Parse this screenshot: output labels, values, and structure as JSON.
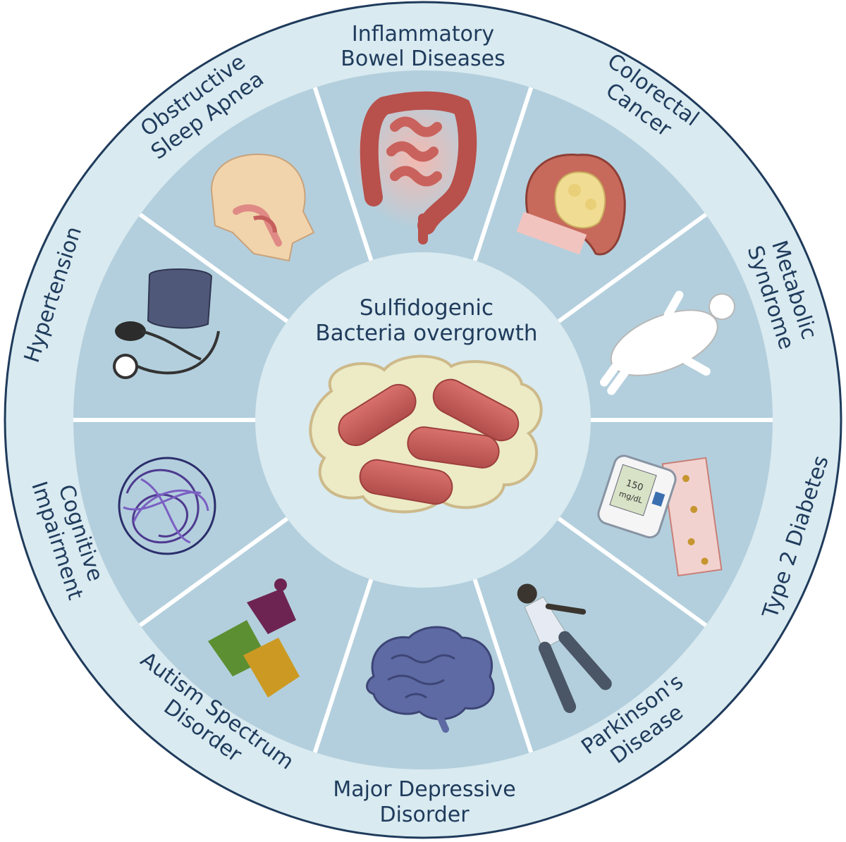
{
  "center": {
    "title_line1": "Sulfidogenic",
    "title_line2": "Bacteria overgrowth",
    "icon": "rod-shaped-bacteria-cluster"
  },
  "segments": [
    {
      "line1": "Inflammatory",
      "line2": "Bowel Diseases",
      "icon": "colon-icon"
    },
    {
      "line1": "Colorectal",
      "line2": "Cancer",
      "icon": "tumor-icon"
    },
    {
      "line1": "Metabolic",
      "line2": "Syndrome",
      "icon": "obese-body-icon"
    },
    {
      "line1": "Type 2 Diabetes",
      "line2": "",
      "icon": "glucose-meter-icon",
      "meter_reading": "150",
      "meter_unit": "mg/dL"
    },
    {
      "line1": "Parkinson's",
      "line2": "Disease",
      "icon": "falling-person-icon"
    },
    {
      "line1": "Major Depressive",
      "line2": "Disorder",
      "icon": "brain-icon"
    },
    {
      "line1": "Autism Spectrum",
      "line2": "Disorder",
      "icon": "puzzle-icon"
    },
    {
      "line1": "Cognitive",
      "line2": "Impairment",
      "icon": "tangled-yarn-icon"
    },
    {
      "line1": "Hypertension",
      "line2": "",
      "icon": "blood-pressure-cuff-icon"
    },
    {
      "line1": "Obstructive",
      "line2": "Sleep Apnea",
      "icon": "airway-head-icon"
    }
  ],
  "colors": {
    "outer_ring": "#d9eaf0",
    "segment": "#b3cfdd",
    "center": "#d9eaf0",
    "divider": "#ffffff",
    "text": "#1f3b5c",
    "bacteria": "#c65a57",
    "cloud": "#ecebc6"
  }
}
